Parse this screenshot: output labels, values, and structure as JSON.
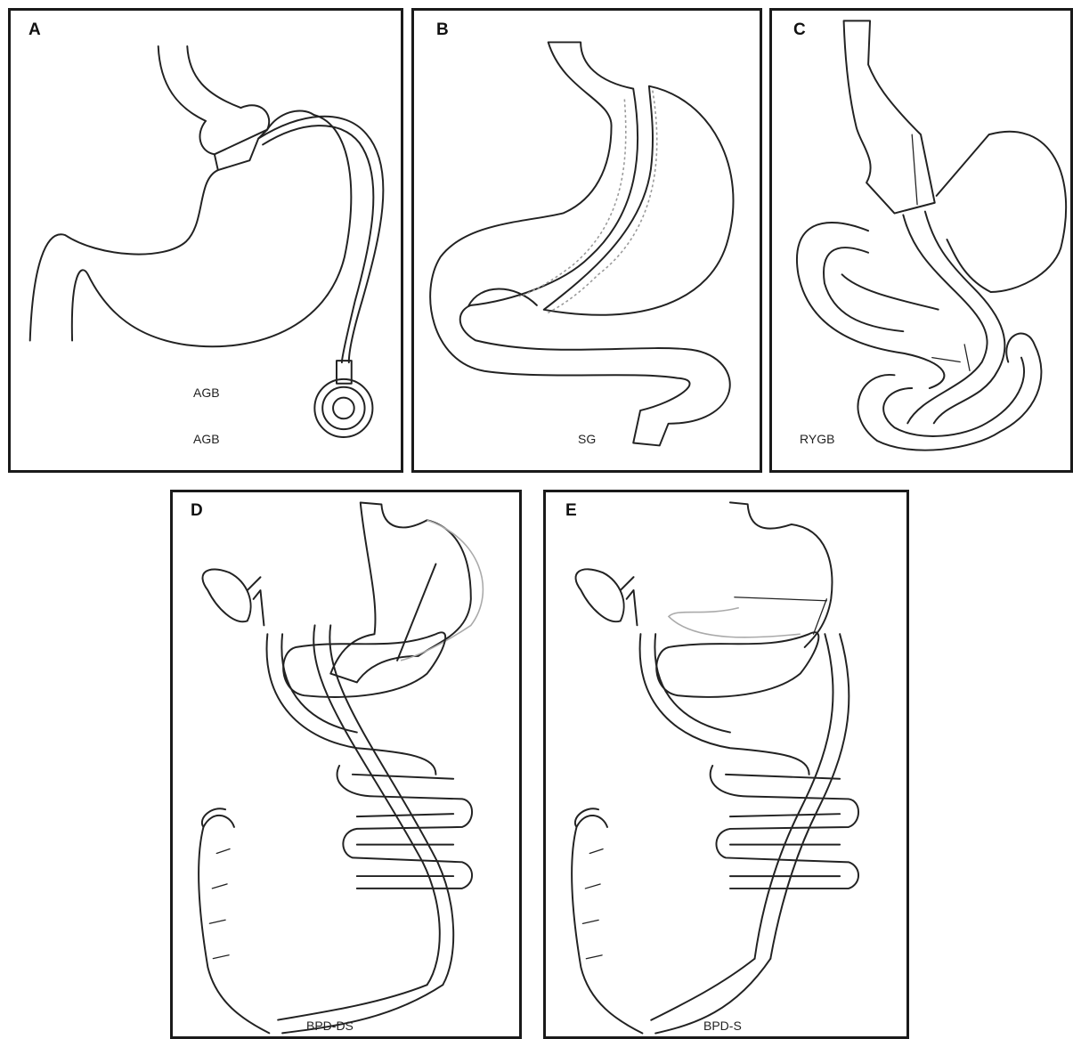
{
  "panels": [
    {
      "letter": "A",
      "captions": [
        "AGB",
        "AGB"
      ]
    },
    {
      "letter": "B",
      "captions": [
        "SG"
      ]
    },
    {
      "letter": "C",
      "captions": [
        "RYGB"
      ]
    },
    {
      "letter": "D",
      "captions": [
        "BPD-DS"
      ]
    },
    {
      "letter": "E",
      "captions": [
        "BPD-S"
      ]
    }
  ]
}
